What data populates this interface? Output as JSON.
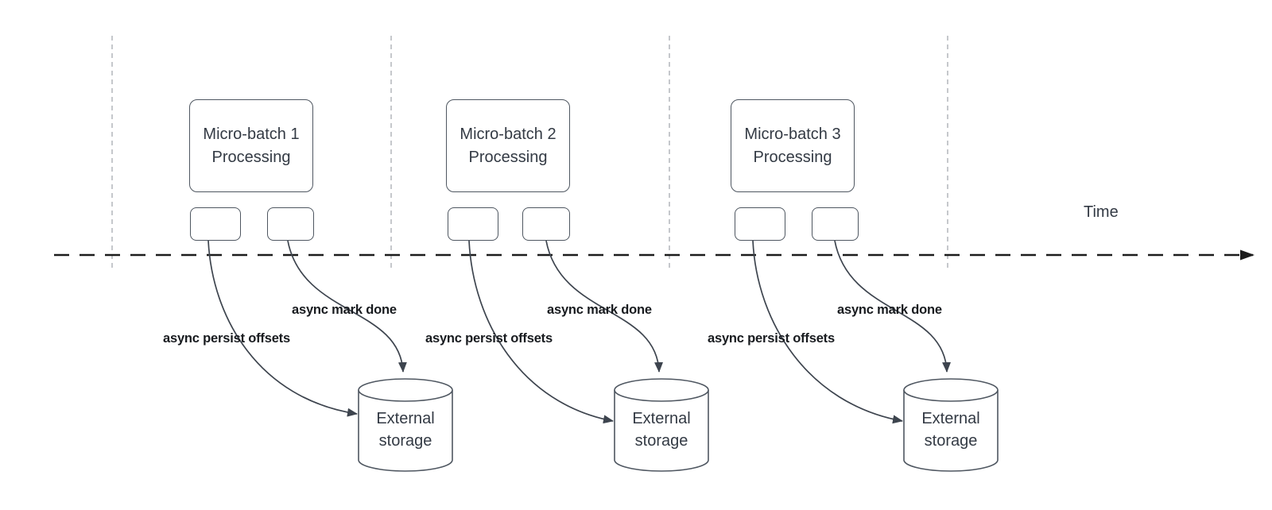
{
  "diagram": {
    "time_axis_label": "Time",
    "columns": [
      {
        "batch_title": "Micro-batch 1 Processing",
        "persist_label": "async persist offsets",
        "mark_done_label": "async mark done",
        "storage_label": "External storage"
      },
      {
        "batch_title": "Micro-batch 2 Processing",
        "persist_label": "async persist offsets",
        "mark_done_label": "async mark done",
        "storage_label": "External storage"
      },
      {
        "batch_title": "Micro-batch 3 Processing",
        "persist_label": "async persist offsets",
        "mark_done_label": "async mark done",
        "storage_label": "External storage"
      }
    ]
  },
  "colors": {
    "node_border": "#4f5761",
    "stroke_dark": "#3d444e",
    "timeline": "#1c1c1c",
    "guide_line": "#b7bbc0",
    "text": "#333a44",
    "label_text": "#181b1f"
  }
}
